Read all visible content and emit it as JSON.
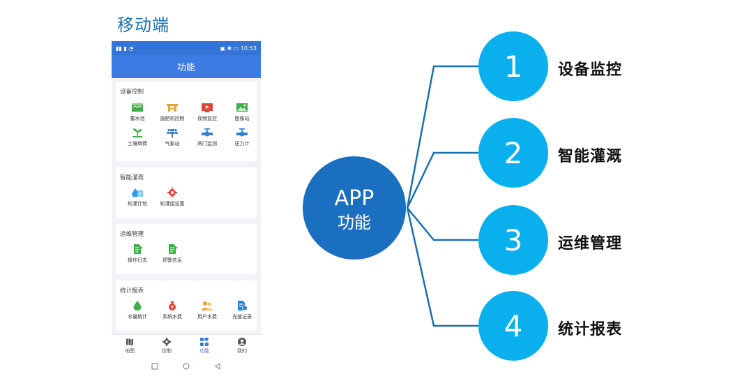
{
  "heading": "移动端",
  "phone": {
    "status_time": "10:53",
    "appbar_title": "功能",
    "sections": [
      {
        "title": "设备控制",
        "items": [
          "蓄水池",
          "施肥机控制",
          "视频监控",
          "图像站",
          "土壤墒情",
          "气象站",
          "闸门监测",
          "压力计"
        ]
      },
      {
        "title": "智能灌溉",
        "items": [
          "轮灌计划",
          "轮灌组设置"
        ]
      },
      {
        "title": "运维管理",
        "items": [
          "操作日志",
          "预警信息"
        ]
      },
      {
        "title": "统计报表",
        "items": [
          "水量统计",
          "系统水费",
          "用户水费",
          "充值记录"
        ]
      }
    ],
    "tabs": [
      "地图",
      "控制",
      "功能",
      "我的"
    ],
    "active_tab": "功能"
  },
  "center": {
    "line1": "APP",
    "line2": "功能"
  },
  "branches": [
    {
      "number": "1",
      "label": "设备监控"
    },
    {
      "number": "2",
      "label": "智能灌溉"
    },
    {
      "number": "3",
      "label": "运维管理"
    },
    {
      "number": "4",
      "label": "统计报表"
    }
  ],
  "colors": {
    "center_circle": "#1a6fc0",
    "branch_circle": "#0ab0ee",
    "connector": "#1a6fb0",
    "appbar": "#3b7be3"
  }
}
